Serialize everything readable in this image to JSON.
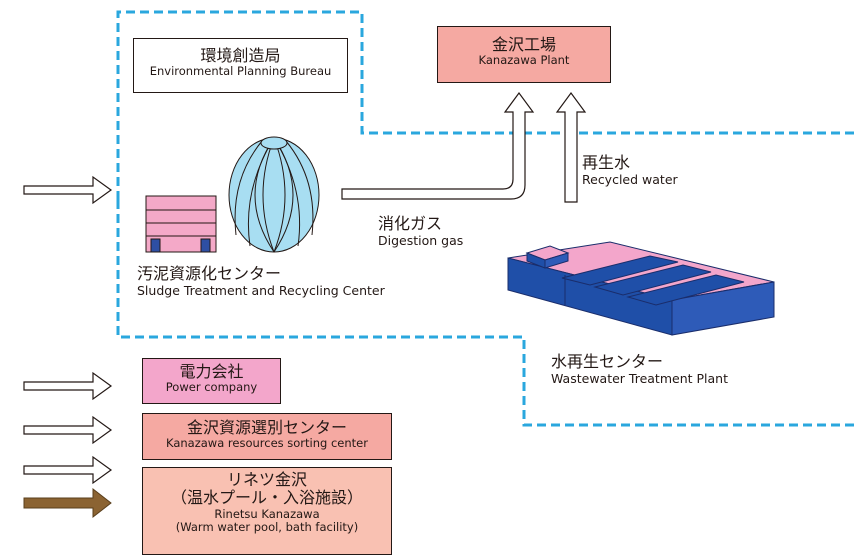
{
  "colors": {
    "boundary": "#2aa7de",
    "salmon": "#f5a9a2",
    "pink": "#f3a6cb",
    "pale_salmon": "#f9c1b2",
    "digester": "#a8def2",
    "building": "#f4a9c8",
    "plant_blue": "#1f4fa8",
    "plant_pink": "#f3a6cb",
    "brown_arrow": "#8b6332"
  },
  "env_bureau": {
    "jp": "環境創造局",
    "en": "Environmental Planning Bureau"
  },
  "kanazawa_plant": {
    "jp": "金沢工場",
    "en": "Kanazawa Plant"
  },
  "recycled_water": {
    "jp": "再生水",
    "en": "Recycled water"
  },
  "digestion_gas": {
    "jp": "消化ガス",
    "en": "Digestion gas"
  },
  "sludge_center": {
    "jp": "汚泥資源化センター",
    "en": "Sludge Treatment and Recycling Center"
  },
  "wastewater_plant": {
    "jp": "水再生センター",
    "en": "Wastewater Treatment Plant"
  },
  "power_company": {
    "jp": "電力会社",
    "en": "Power company"
  },
  "sorting_center": {
    "jp": "金沢資源選別センター",
    "en": "Kanazawa resources sorting center"
  },
  "rinetsu": {
    "jp1": "リネツ金沢",
    "jp2": "（温水プール・入浴施設）",
    "en1": "Rinetsu Kanazawa",
    "en2": "(Warm water pool, bath facility)"
  }
}
